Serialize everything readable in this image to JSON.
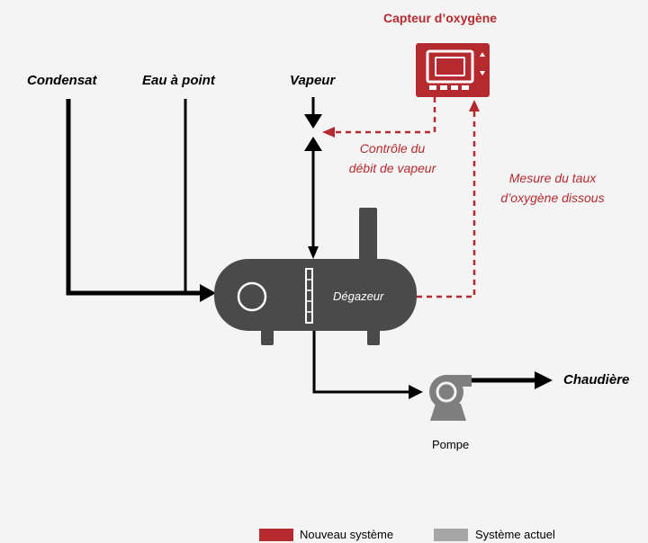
{
  "sensor": {
    "title": "Capteur d’oxygène"
  },
  "inputs": {
    "condensate": "Condensat",
    "makeup_water": "Eau à point",
    "steam": "Vapeur"
  },
  "annotations": {
    "steam_control": [
      "Contrôle du",
      "débit de vapeur"
    ],
    "oxygen_measure": [
      "Mesure du taux",
      "d’oxygène dissous"
    ]
  },
  "deaerator": {
    "label": "Dégazeur"
  },
  "pump": {
    "label": "Pompe"
  },
  "output": {
    "label": "Chaudière"
  },
  "legend": {
    "items": [
      {
        "label": "Nouveau système",
        "color": "#b52a2e"
      },
      {
        "label": "Système actuel",
        "color": "#a6a6a6"
      }
    ]
  },
  "colors": {
    "new_system": "#b52a2e",
    "existing_system": "#a6a6a6",
    "equipment": "#4a4a4a",
    "flow_line": "#000000"
  }
}
